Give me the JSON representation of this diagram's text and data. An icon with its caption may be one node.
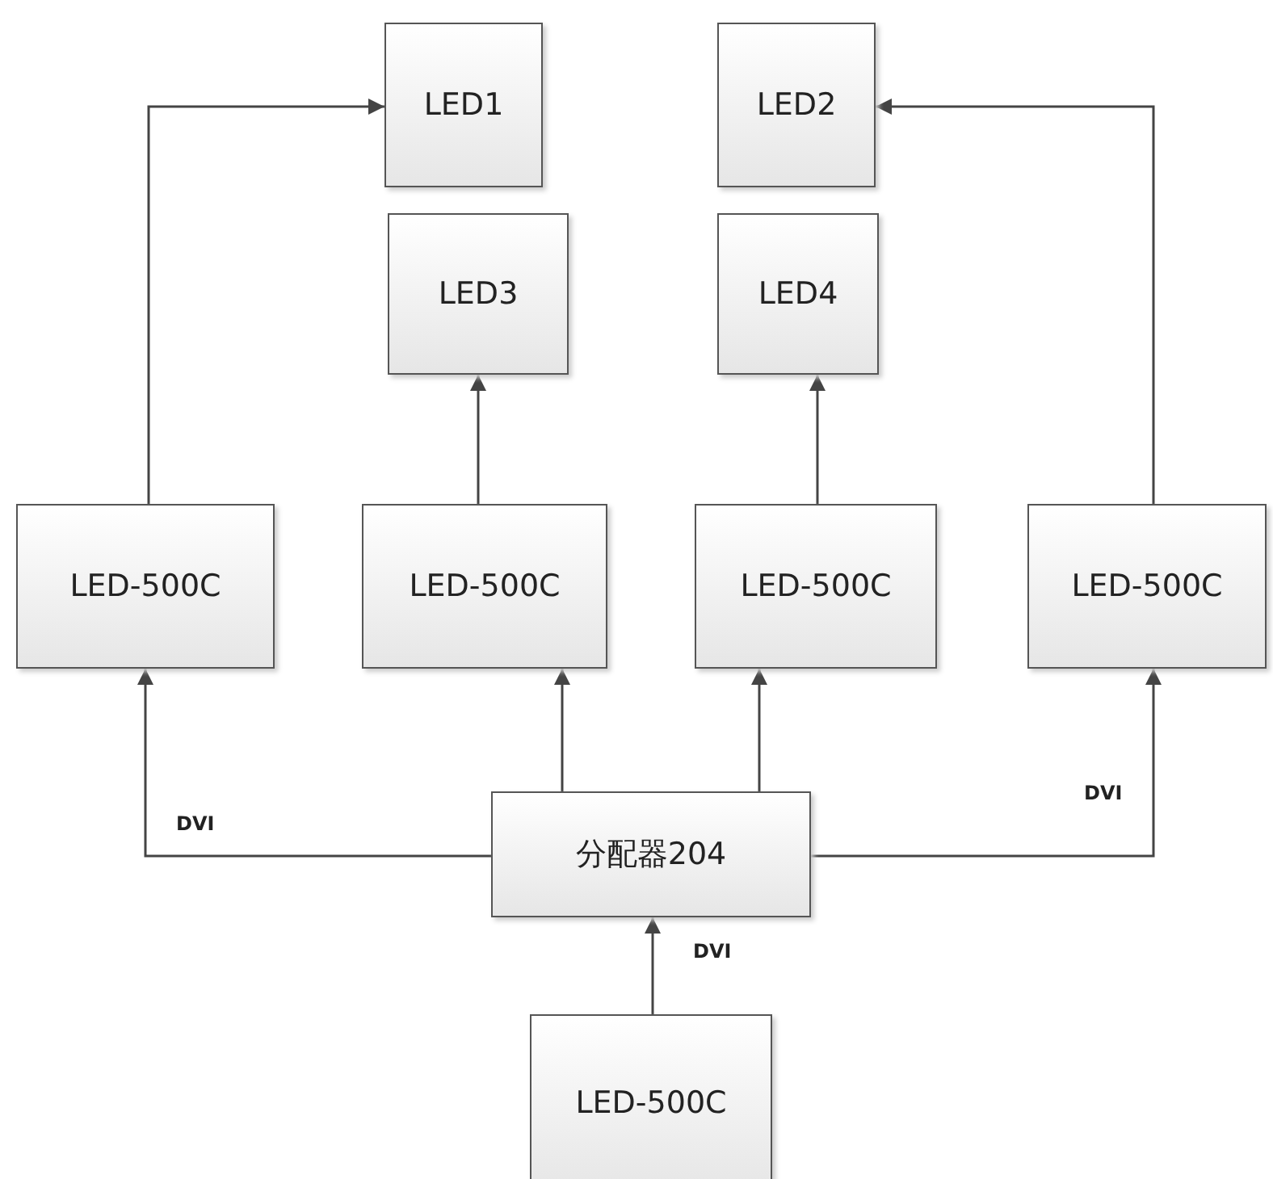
{
  "diagram": {
    "nodes": [
      {
        "text": [
          "LED1"
        ]
      },
      {
        "text": [
          "LED2"
        ]
      },
      {
        "text": [
          "LED3"
        ]
      },
      {
        "text": [
          "LED4"
        ]
      },
      {
        "text": [
          "LED-500C"
        ]
      },
      {
        "text": [
          "LED-500C"
        ]
      },
      {
        "text": [
          "LED-500C"
        ]
      },
      {
        "text": [
          "LED-500C"
        ]
      },
      {
        "text": [
          "分配器204"
        ]
      },
      {
        "text": [
          "LED-500C"
        ]
      }
    ],
    "edges": [
      {
        "from": 4,
        "to": 0,
        "arrow": "to"
      },
      {
        "from": 7,
        "to": 1,
        "arrow": "to"
      },
      {
        "from": 5,
        "to": 2,
        "arrow": "to"
      },
      {
        "from": 6,
        "to": 3,
        "arrow": "to"
      },
      {
        "from": 8,
        "to": 4,
        "arrow": "to",
        "label": "DVI"
      },
      {
        "from": 8,
        "to": 5,
        "arrow": "to"
      },
      {
        "from": 8,
        "to": 6,
        "arrow": "to"
      },
      {
        "from": 8,
        "to": 7,
        "arrow": "to",
        "label": "DVI"
      },
      {
        "from": 9,
        "to": 8,
        "arrow": "to",
        "label": "DVI"
      }
    ]
  }
}
